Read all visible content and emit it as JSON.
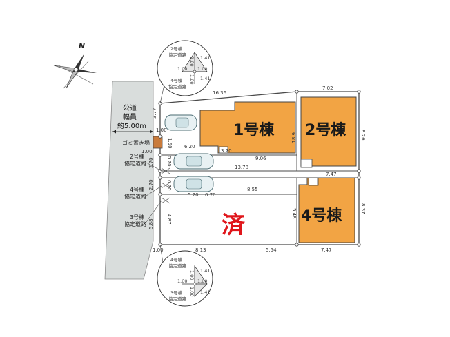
{
  "compass": {
    "north_label": "N"
  },
  "road": {
    "line1": "公道",
    "line2": "幅員",
    "line3": "約5.00m"
  },
  "buildings": {
    "b1": "1号棟",
    "b2": "2号棟",
    "b4": "4号棟"
  },
  "sold_mark": "済",
  "labels": {
    "garbage": "ゴミ置き場",
    "road2_a": "2号棟",
    "road2_b": "協定道路",
    "road4_a": "4号棟",
    "road4_b": "協定道路",
    "road3_a": "3号棟",
    "road3_b": "協定道路"
  },
  "inset_top": {
    "road2_a": "2号棟",
    "road2_b": "協定道路",
    "road4_a": "4号棟",
    "road4_b": "協定道路",
    "d1": "1.41",
    "d2": "1.00",
    "d3": "1.00",
    "d4": "1.00",
    "d5": "1.00",
    "d6": "1.41"
  },
  "inset_bottom": {
    "road4_a": "4号棟",
    "road4_b": "協定道路",
    "road3_a": "3号棟",
    "road3_b": "協定道路",
    "d1": "1.41",
    "d2": "1.00",
    "d3": "1.00",
    "d4": "1.00",
    "d5": "1.00",
    "d6": "1.41"
  },
  "dimensions": {
    "top_1": "16.36",
    "top_2": "7.02",
    "left_top": "3.77",
    "b1_depth": "6.81",
    "lot2_right": "8.26",
    "b1_width": "6.20",
    "gap_370": "3.70",
    "mid_906": "9.06",
    "left_100a": "1.00",
    "left_150": "1.50",
    "left_100b": "1.00",
    "left_270a": "2.70",
    "left_070a": "0.70",
    "road_1378": "13.78",
    "road_747a": "7.47",
    "left_270b": "2.70",
    "left_070b": "0.70",
    "left_070c": "0.70",
    "road_855": "8.55",
    "left_520": "5.20",
    "left_588": "5.88",
    "left_487": "4.87",
    "lot4_depth": "5.48",
    "lot4_right": "8.37",
    "bot_100": "1.00",
    "bot_813": "8.13",
    "bot_554": "5.54",
    "bot_747": "7.47"
  },
  "colors": {
    "building": "#f2a444",
    "garbage": "#c97a3a",
    "road": "#d9dddc",
    "outline": "#4a4a4a",
    "sold": "#e0161b"
  }
}
